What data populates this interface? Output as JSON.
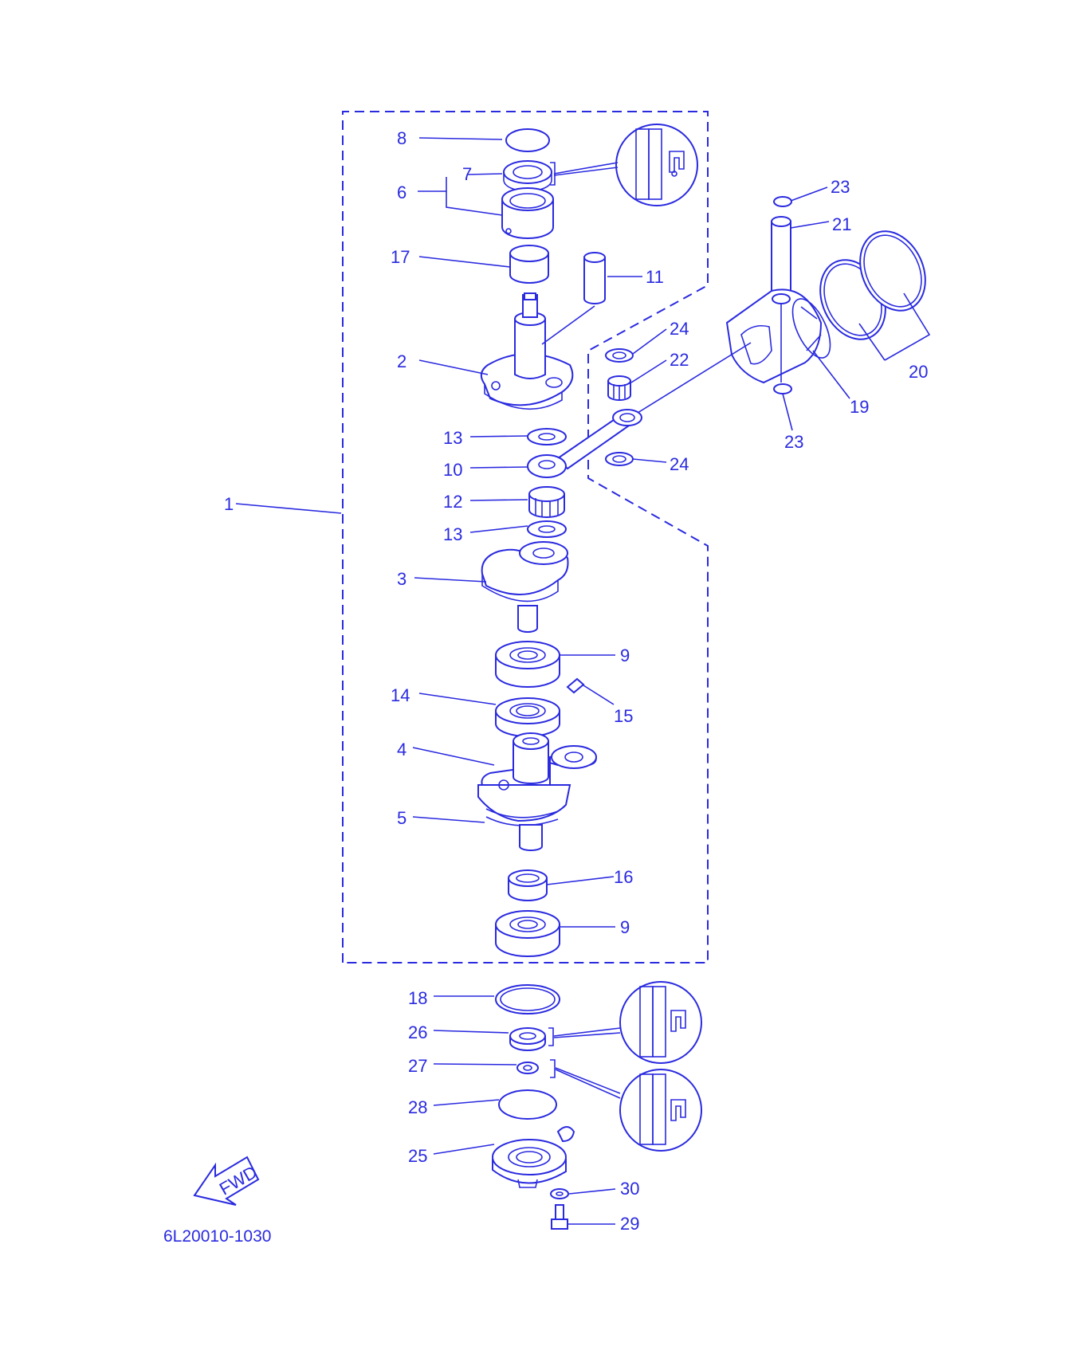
{
  "diagram": {
    "part_code": "6L20010-1030",
    "fwd_label": "FWD",
    "callouts": {
      "c1": "1",
      "c2": "2",
      "c3": "3",
      "c4": "4",
      "c5": "5",
      "c6": "6",
      "c7": "7",
      "c8": "8",
      "c9a": "9",
      "c9b": "9",
      "c10": "10",
      "c11": "11",
      "c12": "12",
      "c13a": "13",
      "c13b": "13",
      "c14": "14",
      "c15": "15",
      "c16": "16",
      "c17": "17",
      "c18": "18",
      "c19": "19",
      "c20": "20",
      "c21": "21",
      "c22": "22",
      "c23a": "23",
      "c23b": "23",
      "c24a": "24",
      "c24b": "24",
      "c25": "25",
      "c26": "26",
      "c27": "27",
      "c28": "28",
      "c29": "29",
      "c30": "30"
    }
  },
  "colors": {
    "ink": "#2a2ae0",
    "background": "#ffffff"
  }
}
